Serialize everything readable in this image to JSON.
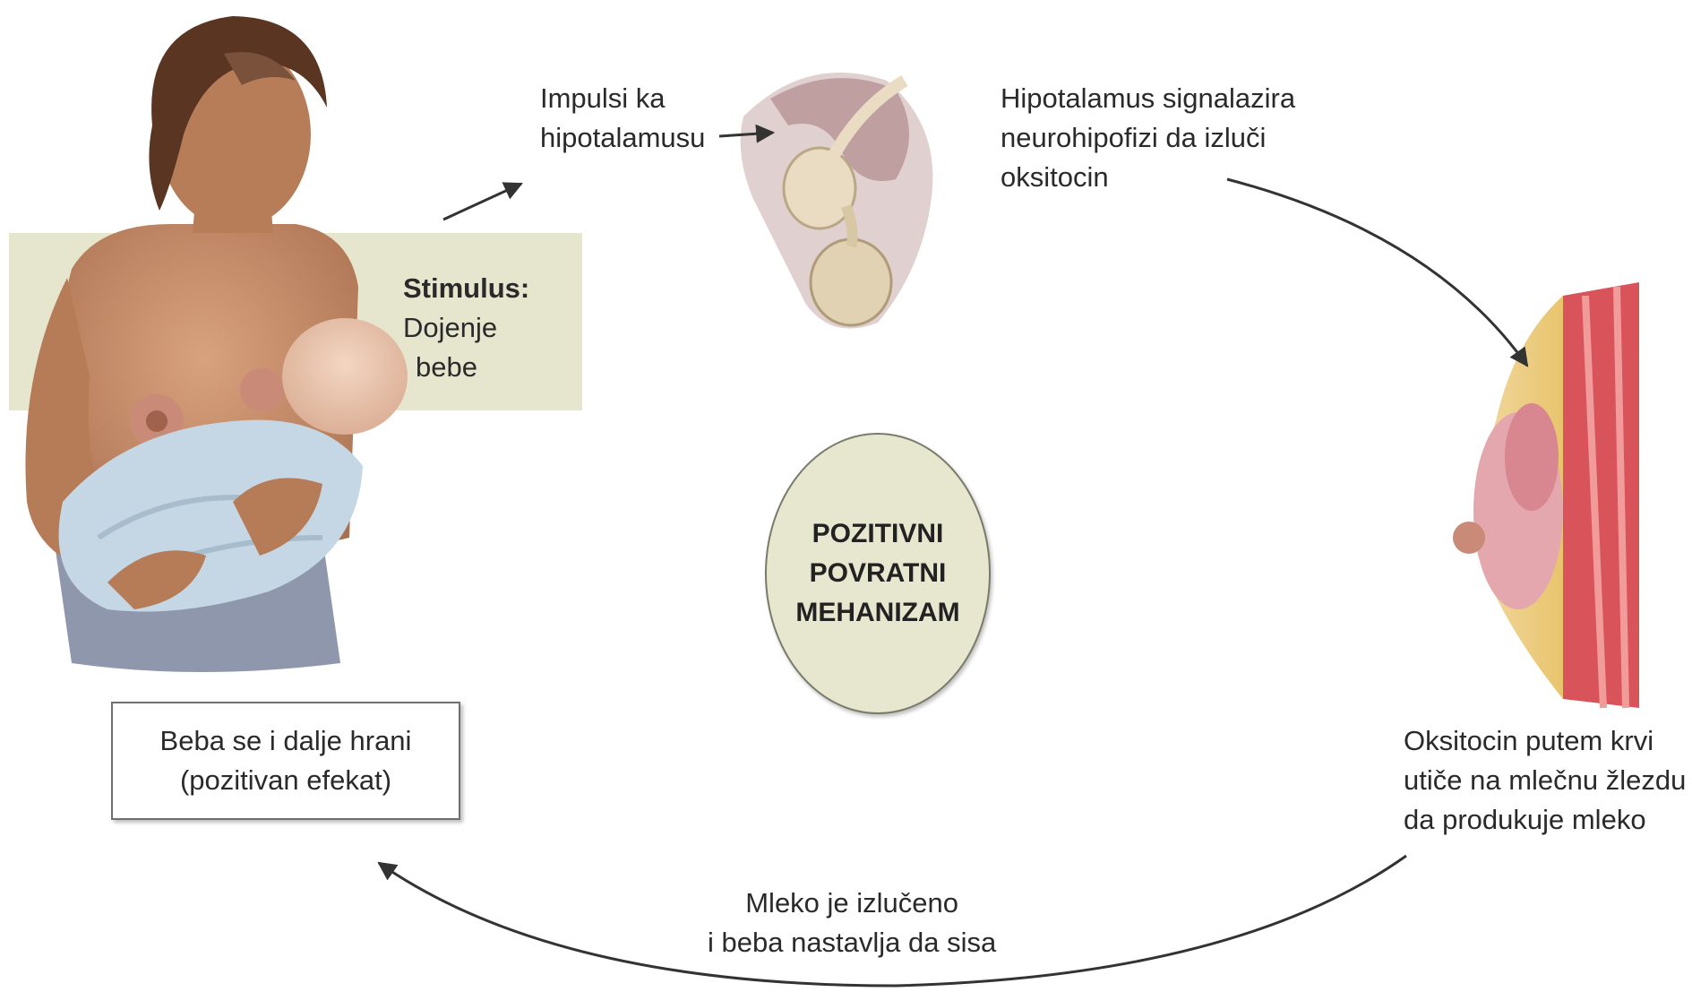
{
  "stimulus": {
    "title": "Stimulus:",
    "line1": "Dojenje",
    "line2": "bebe"
  },
  "step_impulse": {
    "line1": "Impulsi ka",
    "line2": "hipotalamusu"
  },
  "step_hypothalamus": {
    "line1": "Hipotalamus signalazira",
    "line2": "neurohipofizi da izluči",
    "line3": "oksitocin"
  },
  "step_oxytocin": {
    "line1": "Oksitocin putem krvi",
    "line2": "utiče na mlečnu žlezdu",
    "line3": "da produkuje mleko"
  },
  "step_milk": {
    "line1": "Mleko je izlučeno",
    "line2": "i beba nastavlja da sisa"
  },
  "result": {
    "line1": "Beba se i dalje hrani",
    "line2": "(pozitivan efekat)"
  },
  "center": {
    "line1": "POZITIVNI",
    "line2": "POVRATNI",
    "line3": "MEHANIZAM"
  },
  "colors": {
    "stimulus_band": "#e6e6cf",
    "center_fill": "#e7e7cf",
    "arrow": "#333333"
  }
}
